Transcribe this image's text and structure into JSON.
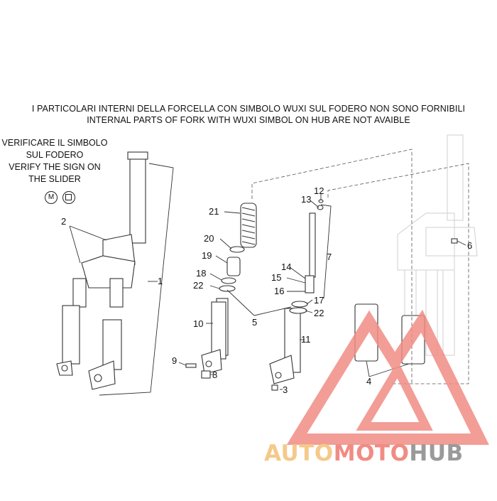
{
  "header": {
    "line_it": "I PARTICOLARI INTERNI DELLA FORCELLA CON SIMBOLO WUXI SUL FODERO NON SONO FORNIBILI",
    "line_en": "INTERNAL PARTS OF FORK WITH WUXI SIMBOL ON HUB ARE NOT AVAIBLE"
  },
  "note": {
    "lines": [
      "VERIFICARE IL SIMBOLO",
      "SUL FODERO",
      "VERIFY THE SIGN ON",
      "THE SLIDER"
    ],
    "symbol_m": "M",
    "symbol_square": ""
  },
  "callouts": {
    "c1": "1",
    "c2": "2",
    "c3": "3",
    "c4": "4",
    "c5": "5",
    "c6": "6",
    "c7": "7",
    "c8": "8",
    "c9": "9",
    "c10": "10",
    "c11": "11",
    "c12": "12",
    "c13": "13",
    "c14": "14",
    "c15": "15",
    "c16": "16",
    "c17": "17",
    "c18": "18",
    "c19": "19",
    "c20": "20",
    "c21": "21",
    "c22a": "22",
    "c22b": "22"
  },
  "watermark": {
    "part1": "AUTO",
    "part2": "MOTO",
    "part3": "HUB",
    "colors": {
      "auto": "#f5c98a",
      "moto": "#f08c84",
      "hub": "#9a9a9a",
      "logo": "#f08c84"
    }
  }
}
